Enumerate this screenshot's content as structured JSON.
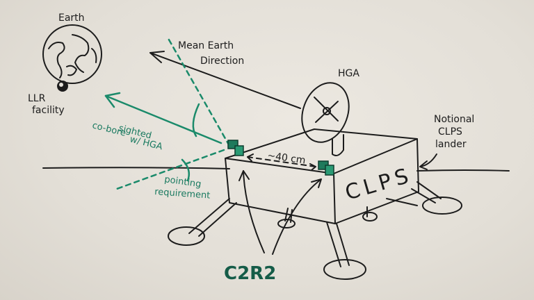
{
  "labels": {
    "earth": "Earth",
    "llr_line1": "LLR",
    "llr_line2": "facility",
    "mean_earth_line1": "Mean Earth",
    "mean_earth_line2": "Direction",
    "hga": "HGA",
    "notional_line1": "Notional",
    "notional_line2": "CLPS",
    "notional_line3": "lander",
    "coboresighted_line1": "co-bore",
    "coboresighted_line2": "sighted",
    "coboresighted_line3": "w/ HGA",
    "pointing_line1": "pointing",
    "pointing_line2": "requirement",
    "distance": "~40 cm",
    "clps": "CLPS",
    "c2r2": "C2R2"
  },
  "colors": {
    "ink": "#1c1c1c",
    "green": "#1a8a6a",
    "dark_green": "#155c48",
    "paper": "#e6e2da"
  }
}
